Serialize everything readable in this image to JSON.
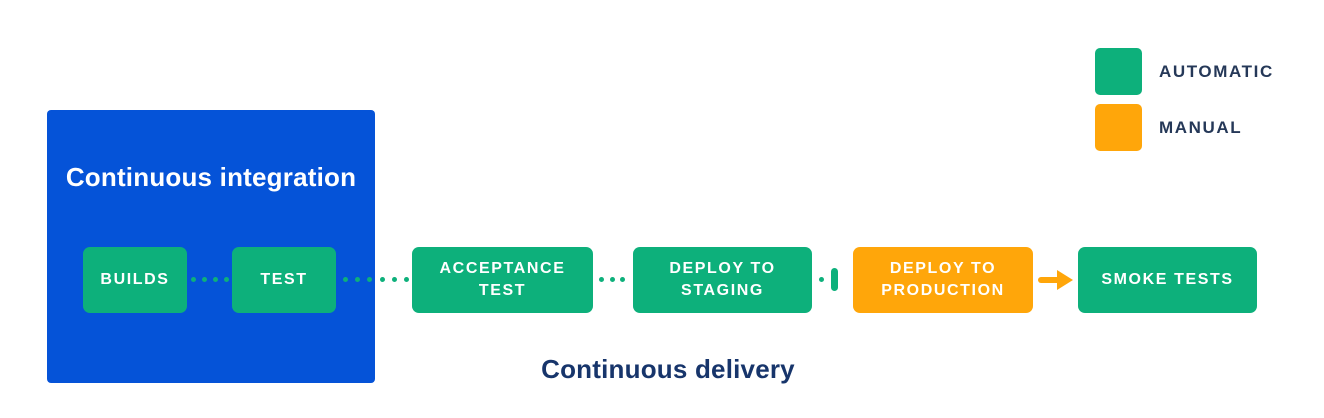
{
  "diagram": {
    "title_ci": "Continuous integration",
    "title_cd": "Continuous delivery",
    "steps": [
      {
        "id": "builds",
        "label": "BUILDS",
        "type": "automatic"
      },
      {
        "id": "test",
        "label": "TEST",
        "type": "automatic"
      },
      {
        "id": "acceptance-test",
        "label": "ACCEPTANCE TEST",
        "type": "automatic"
      },
      {
        "id": "deploy-staging",
        "label": "DEPLOY TO STAGING",
        "type": "automatic"
      },
      {
        "id": "deploy-production",
        "label": "DEPLOY TO PRODUCTION",
        "type": "manual"
      },
      {
        "id": "smoke-tests",
        "label": "SMOKE TESTS",
        "type": "automatic"
      }
    ],
    "legend": {
      "items": [
        {
          "label": "AUTOMATIC",
          "color": "#0db07b"
        },
        {
          "label": "MANUAL",
          "color": "#ffa60a"
        }
      ]
    },
    "colors": {
      "ci_group_box": "#0553d8",
      "automatic_step": "#0db07b",
      "manual_step": "#ffa60a",
      "connector_dots": "#0db07b",
      "arrow": "#ffa60a",
      "dark_text": "#253858",
      "step_text": "#ffffff",
      "background": "#ffffff"
    }
  }
}
